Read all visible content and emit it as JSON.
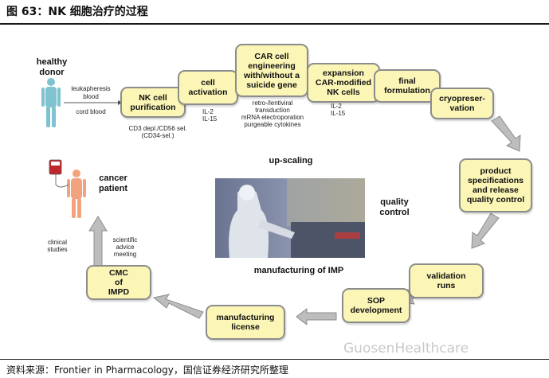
{
  "header": {
    "title": "图 63：NK 细胞治疗的过程"
  },
  "footer": {
    "source": "资料来源：Frontier in Pharmacology，国信证券经济研究所整理"
  },
  "watermark": {
    "text": "GuosenHealthcare"
  },
  "donor": {
    "label": "healthy\ndonor"
  },
  "patient": {
    "label": "cancer\npatient"
  },
  "leuka": {
    "l1": "leukapheresis",
    "l2": "blood",
    "l3": "cord blood"
  },
  "steps": {
    "purification": "NK cell\npurification",
    "activation": "cell\nactivation",
    "car": "CAR cell\nengineering\nwith/without a\nsuicide gene",
    "expansion": "expansion\nCAR-modified\nNK cells",
    "final": "final\nformulation",
    "cryo": "cryopreser-\nvation",
    "spec": "product\nspecifications\nand release\nquality control",
    "validation": "validation\nruns",
    "sop": "SOP\ndevelopment",
    "license": "manufacturing\nlicense",
    "cmc": "CMC\nof\nIMPD"
  },
  "notes": {
    "cd3": "CD3 depl./CD56 sel.\n(CD34-sel.)",
    "il_act": "IL-2\nIL-15",
    "retro": "retro-/lentiviral\ntransduction\nmRNA electroporation\npurgeable cytokines",
    "il_exp": "IL-2\nIL-15",
    "scientific": "scientific\nadvice\nmeeting",
    "clinical": "clinical\nstudies"
  },
  "center": {
    "upscaling": "up-scaling",
    "quality": "quality\ncontrol",
    "manufacturing": "manufacturing of IMP"
  },
  "colors": {
    "box_fill": "#fbf5b6",
    "box_border": "#8c8c8c",
    "arrow": "#bdbdbd",
    "figure": "#7ec3cf",
    "patient": "#f2a37e"
  }
}
